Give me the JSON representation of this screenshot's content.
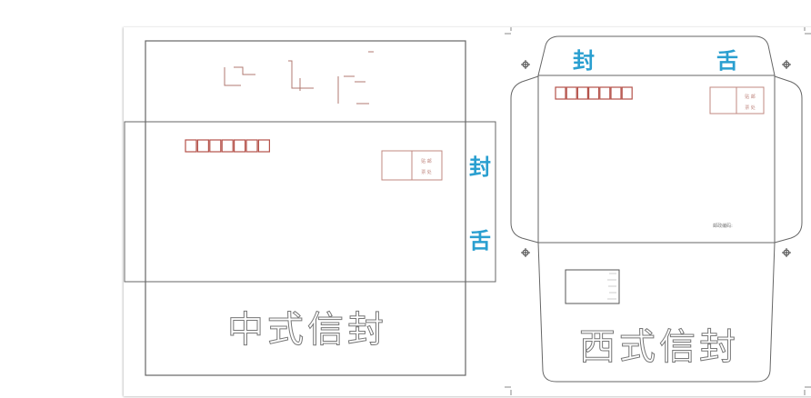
{
  "chinese_envelope": {
    "title": "中式信封",
    "flap_char_1": "封",
    "flap_char_2": "舌",
    "postal_code_boxes": 7,
    "stamp_box": {
      "line1": "贴 邮",
      "line2": "票 处"
    }
  },
  "western_envelope": {
    "title": "西式信封",
    "flap_char_1": "封",
    "flap_char_2": "舌",
    "postal_code_boxes": 7,
    "stamp_box": {
      "line1": "贴 邮",
      "line2": "票 处"
    },
    "zip_label": "邮政编码:"
  },
  "colors": {
    "flap_text": "#2a9fd0",
    "postal_red": "#b5524a",
    "outline": "#555555"
  }
}
